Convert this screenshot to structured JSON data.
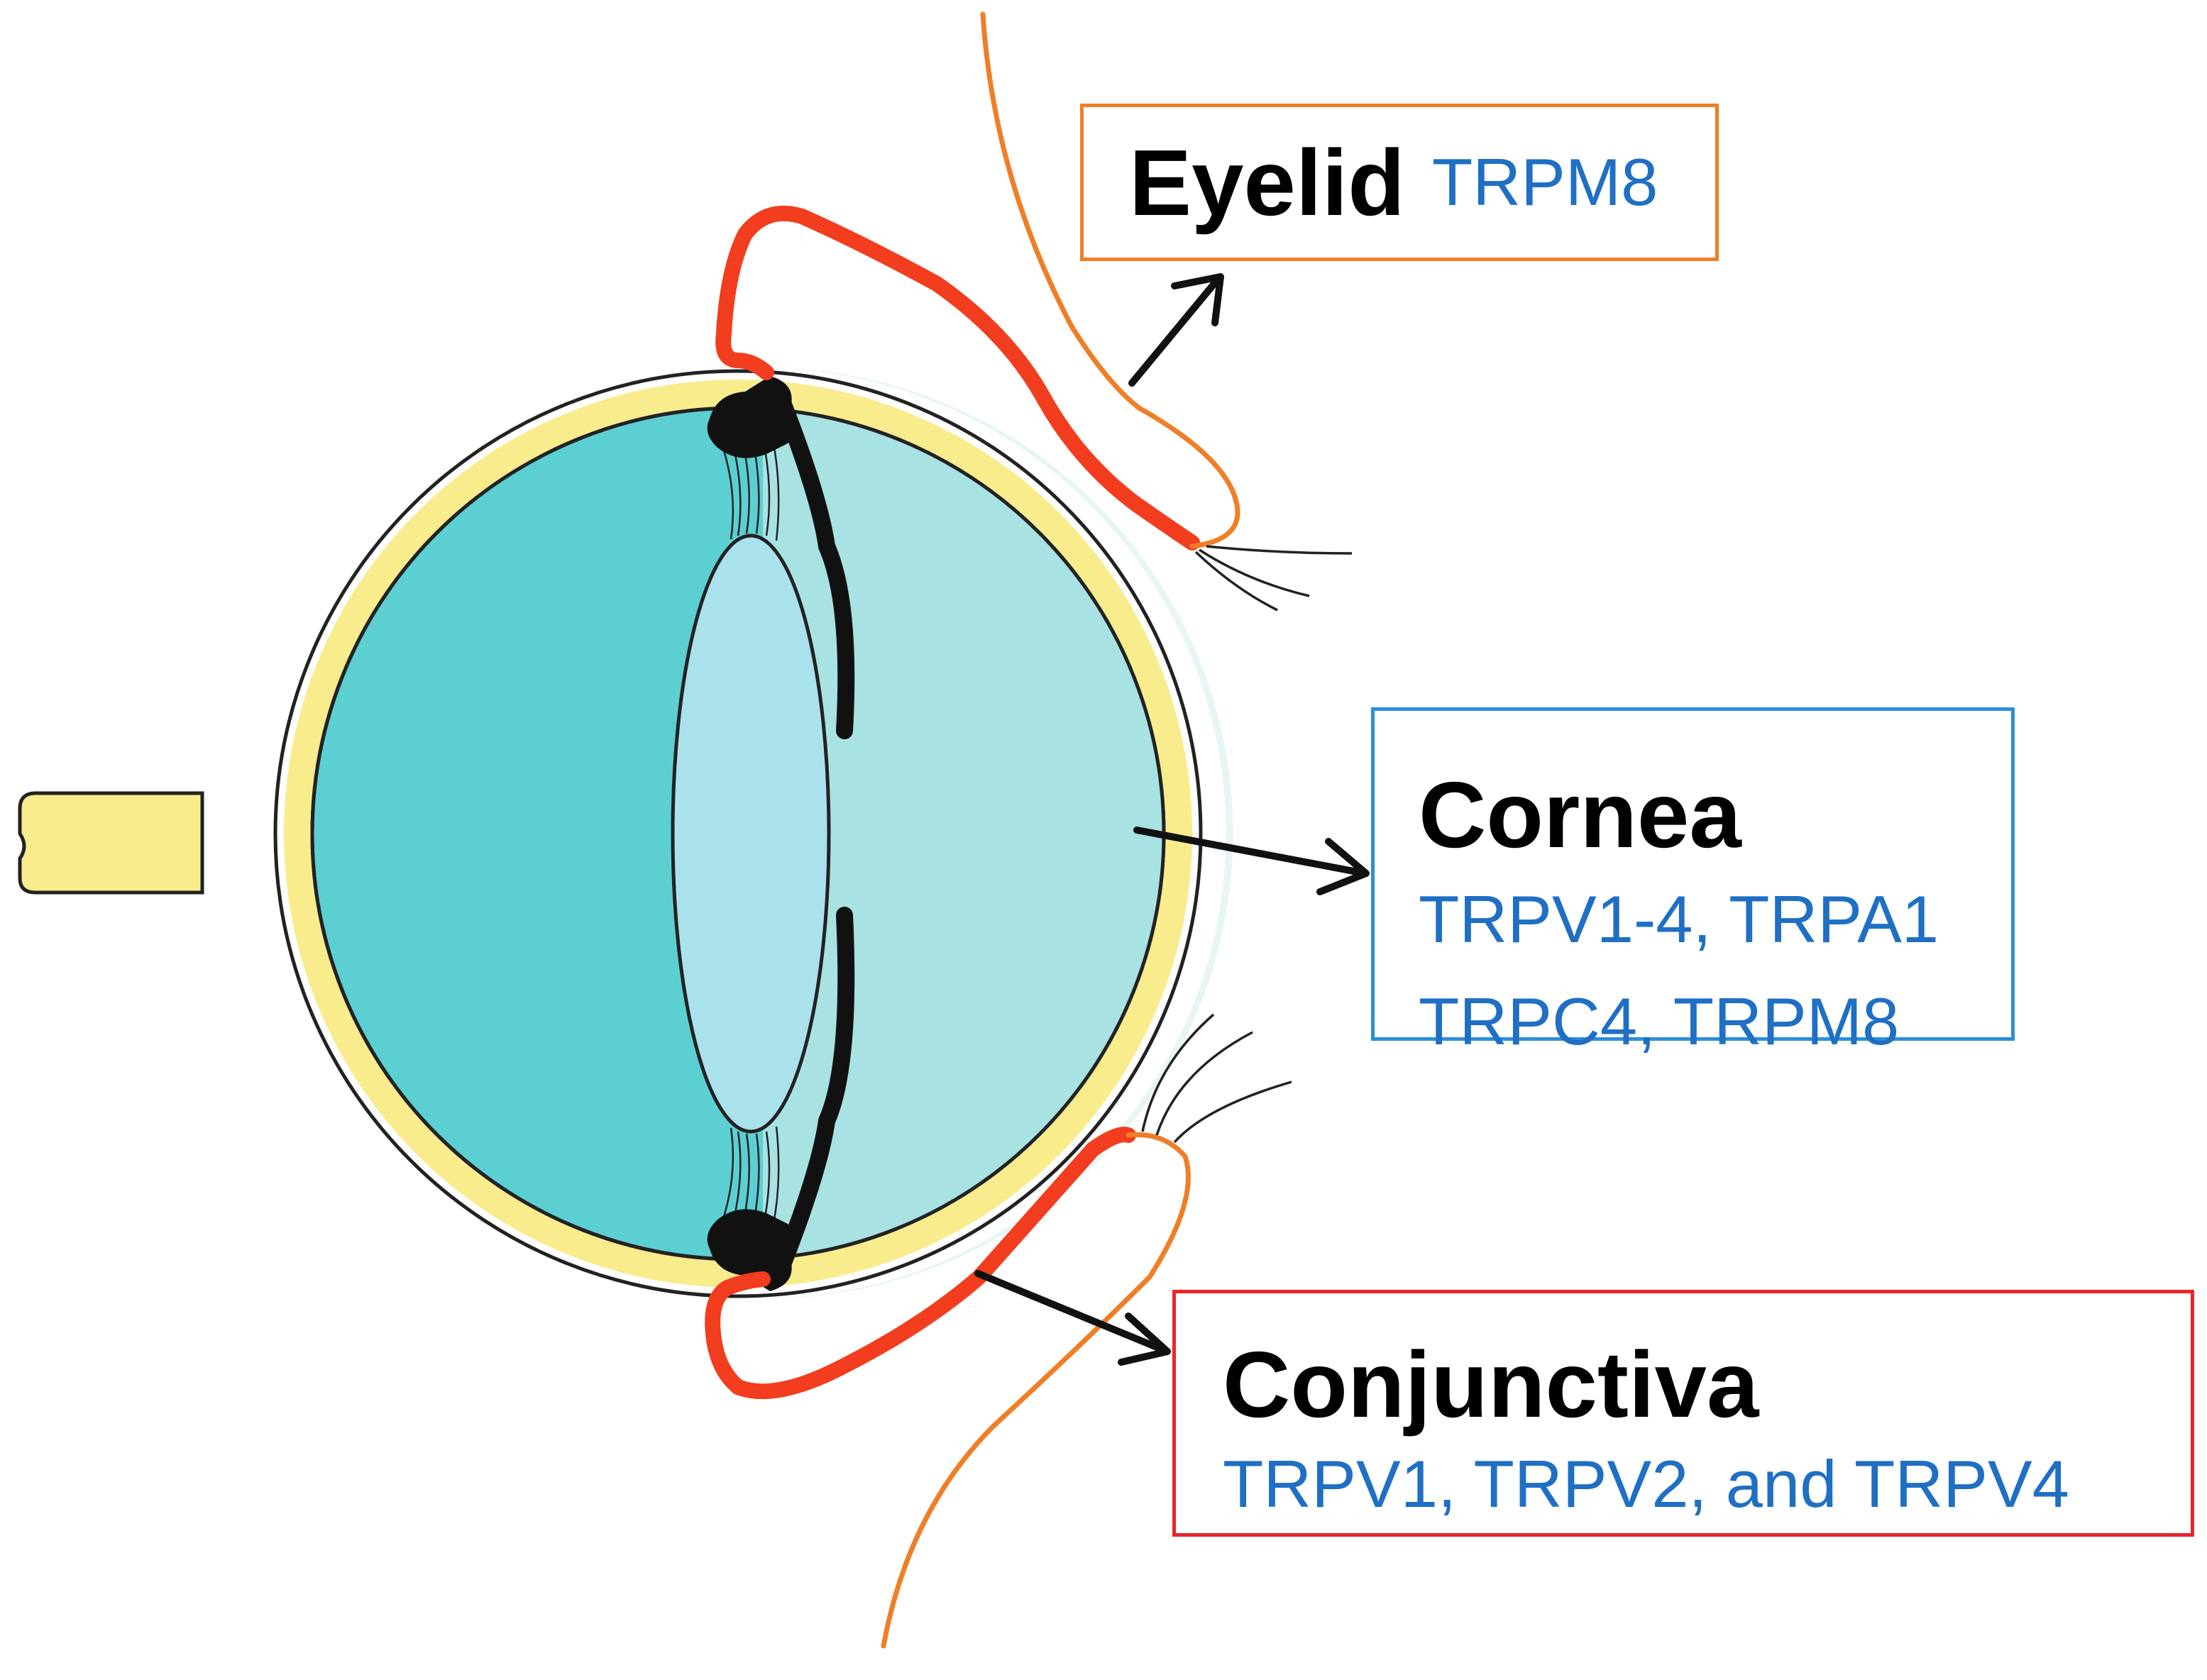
{
  "labels": {
    "eyelid": {
      "title": "Eyelid",
      "genes": "TRPM8"
    },
    "cornea": {
      "title": "Cornea",
      "genes_line1": "TRPV1-4, TRPA1",
      "genes_line2": "TRPC4, TRPM8"
    },
    "conjunctiva": {
      "title": "Conjunctiva",
      "genes": "TRPV1, TRPV2, and TRPV4"
    }
  },
  "colors": {
    "vitreous": "#5ccfd2",
    "aqueous": "#a8e2e2",
    "lens": "#a9e1ed",
    "sclera_yellow": "#f9ec8d",
    "conjunctiva_red": "#f23d1e",
    "eyelid_orange": "#f07e27",
    "eyelid_box_border": "#f07e27",
    "cornea_box_border": "#2b8fd9",
    "conjunctiva_box_border": "#e8262b",
    "gene_text": "#1f6fc4"
  }
}
